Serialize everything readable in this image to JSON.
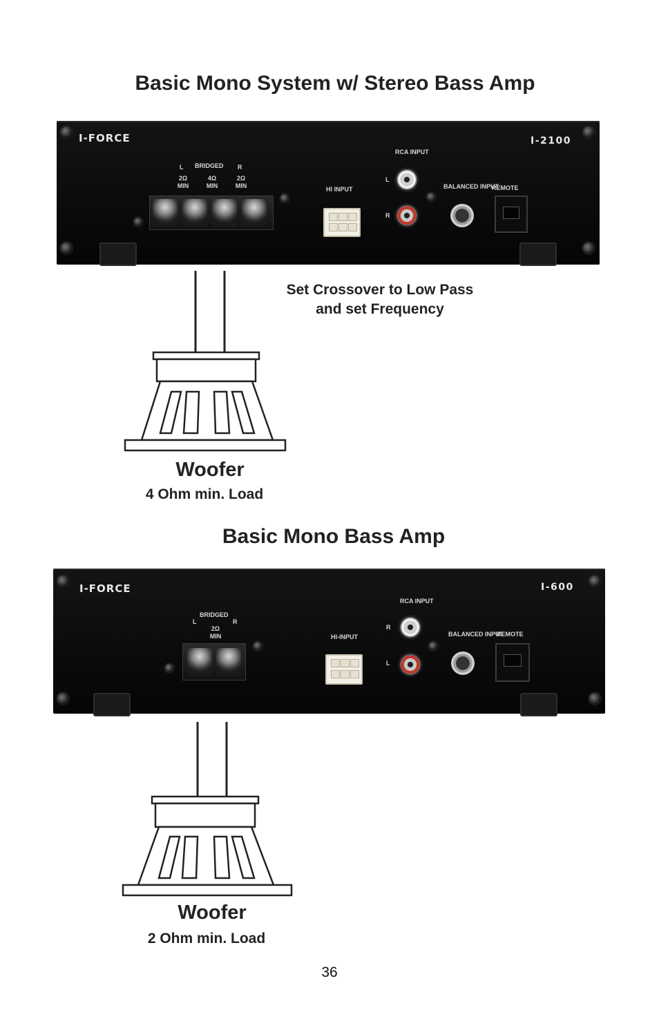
{
  "sections": [
    {
      "title": "Basic Mono System w/ Stereo Bass Amp",
      "amp": {
        "brand": "I-FORCE",
        "model": "I-2100",
        "speaker_labels": {
          "left": "L",
          "bridged": "BRIDGED",
          "right": "R",
          "ohm_left": "2Ω MIN",
          "ohm_center": "4Ω MIN",
          "ohm_right": "2Ω MIN"
        },
        "hi_input": "HI INPUT",
        "rca_input": "RCA INPUT",
        "rca_top": "L",
        "rca_bottom": "R",
        "balanced_input": "BALANCED INPUT",
        "remote": "REMOTE"
      },
      "note": [
        "Set Crossover to Low Pass",
        "and set Frequency"
      ],
      "woofer": {
        "title": "Woofer",
        "load": "4 Ohm min. Load"
      }
    },
    {
      "title": "Basic Mono Bass Amp",
      "amp": {
        "brand": "I-FORCE",
        "model": "I-600",
        "speaker_labels": {
          "bridged": "BRIDGED",
          "left": "L",
          "right": "R",
          "ohm_center": "2Ω MIN"
        },
        "hi_input": "HI-INPUT",
        "rca_input": "RCA INPUT",
        "rca_top": "R",
        "rca_bottom": "L",
        "balanced_input": "BALANCED INPUT",
        "remote": "REMOTE"
      },
      "woofer": {
        "title": "Woofer",
        "load": "2 Ohm min. Load"
      }
    }
  ],
  "page_number": "36"
}
